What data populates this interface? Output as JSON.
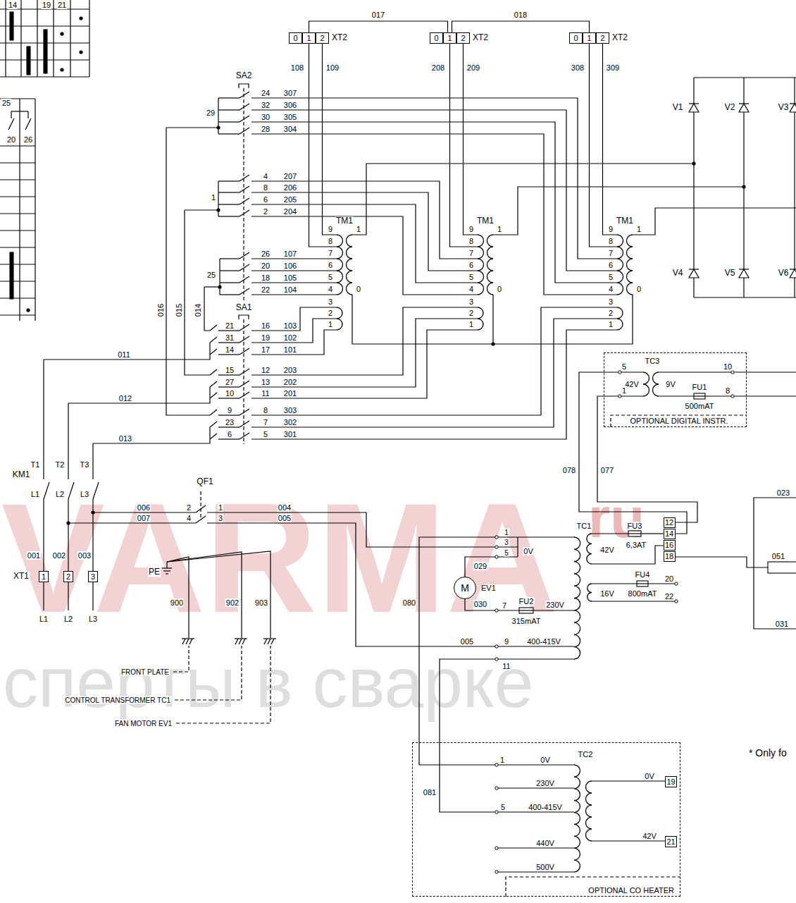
{
  "diagram": {
    "nodes": [
      {
        "text": [
          "0"
        ]
      },
      {
        "text": [
          "1"
        ]
      },
      {
        "text": [
          "2"
        ]
      },
      {
        "text": [
          "0"
        ]
      },
      {
        "text": [
          "1"
        ]
      },
      {
        "text": [
          "2"
        ]
      },
      {
        "text": [
          "0"
        ]
      },
      {
        "text": [
          "1"
        ]
      },
      {
        "text": [
          "2"
        ]
      },
      {
        "text": [
          "OPTIONAL DIGITAL INSTR."
        ]
      },
      {
        "text": [
          "12"
        ]
      },
      {
        "text": [
          "14"
        ]
      },
      {
        "text": [
          "16"
        ]
      },
      {
        "text": [
          "18"
        ]
      },
      {
        "text": [
          "1"
        ]
      },
      {
        "text": [
          "2"
        ]
      },
      {
        "text": [
          "3"
        ]
      },
      {
        "text": [
          "M",
          "EV1"
        ]
      },
      {
        "text": [
          "OPTIONAL CO HEATER"
        ]
      },
      {
        "text": [
          "19"
        ],
        "in": 18
      },
      {
        "text": [
          "21"
        ],
        "in": 18
      }
    ],
    "edges": [
      {
        "from": 1,
        "to": 4,
        "label": "017",
        "arrow": "none"
      },
      {
        "from": 4,
        "to": 7,
        "label": "018",
        "arrow": "none"
      }
    ],
    "labels": [
      "14",
      "19",
      "21",
      "25",
      "20",
      "26",
      "XT2",
      "XT2",
      "XT2",
      "108",
      "109",
      "208",
      "209",
      "308",
      "309",
      "SA2",
      "29",
      "24",
      "307",
      "32",
      "306",
      "30",
      "305",
      "28",
      "304",
      "1",
      "4",
      "207",
      "8",
      "206",
      "6",
      "205",
      "2",
      "204",
      "25",
      "26",
      "107",
      "20",
      "106",
      "18",
      "105",
      "22",
      "104",
      "SA1",
      "21",
      "16",
      "103",
      "31",
      "19",
      "102",
      "14",
      "17",
      "101",
      "15",
      "12",
      "203",
      "27",
      "13",
      "202",
      "10",
      "11",
      "201",
      "9",
      "8",
      "303",
      "23",
      "7",
      "302",
      "6",
      "5",
      "301",
      "016",
      "015",
      "014",
      "011",
      "012",
      "013",
      "TM1",
      "9",
      "8",
      "7",
      "6",
      "5",
      "4",
      "1",
      "0",
      "3",
      "2",
      "1",
      "TM1",
      "9",
      "8",
      "7",
      "6",
      "5",
      "4",
      "1",
      "0",
      "3",
      "2",
      "1",
      "TM1",
      "9",
      "8",
      "7",
      "6",
      "5",
      "4",
      "1",
      "0",
      "3",
      "2",
      "1",
      "V1",
      "V2",
      "V3",
      "V4",
      "V5",
      "V6",
      "TC3",
      "5",
      "42V",
      "1",
      "9V",
      "10",
      "FU1",
      "8",
      "500mAT",
      "078",
      "077",
      "KM1",
      "T1",
      "T2",
      "T3",
      "L1",
      "L2",
      "L3",
      "001",
      "002",
      "003",
      "XT1",
      "L1",
      "L2",
      "L3",
      "QF1",
      "2",
      "1",
      "4",
      "3",
      "006",
      "007",
      "004",
      "005",
      "PE",
      "900",
      "902",
      "903",
      "FRONT PLATE",
      "CONTROL TRANSFORMER TC1",
      "FAN MOTOR EV1",
      "1",
      "3",
      "5",
      "0V",
      "029",
      "030",
      "7",
      "FU2",
      "230V",
      "315mAT",
      "080",
      "005",
      "9",
      "400-415V",
      "11",
      "TC1",
      "42V",
      "FU3",
      "6,3AT",
      "16V",
      "FU4",
      "800mAT",
      "20",
      "22",
      "023",
      "051",
      "031",
      "TC2",
      "1",
      "0V",
      "230V",
      "5",
      "400-415V",
      "440V",
      "500V",
      "081",
      "0V",
      "42V",
      "* Only fo",
      "VARMA",
      "ru",
      "сперты в сварке"
    ]
  }
}
